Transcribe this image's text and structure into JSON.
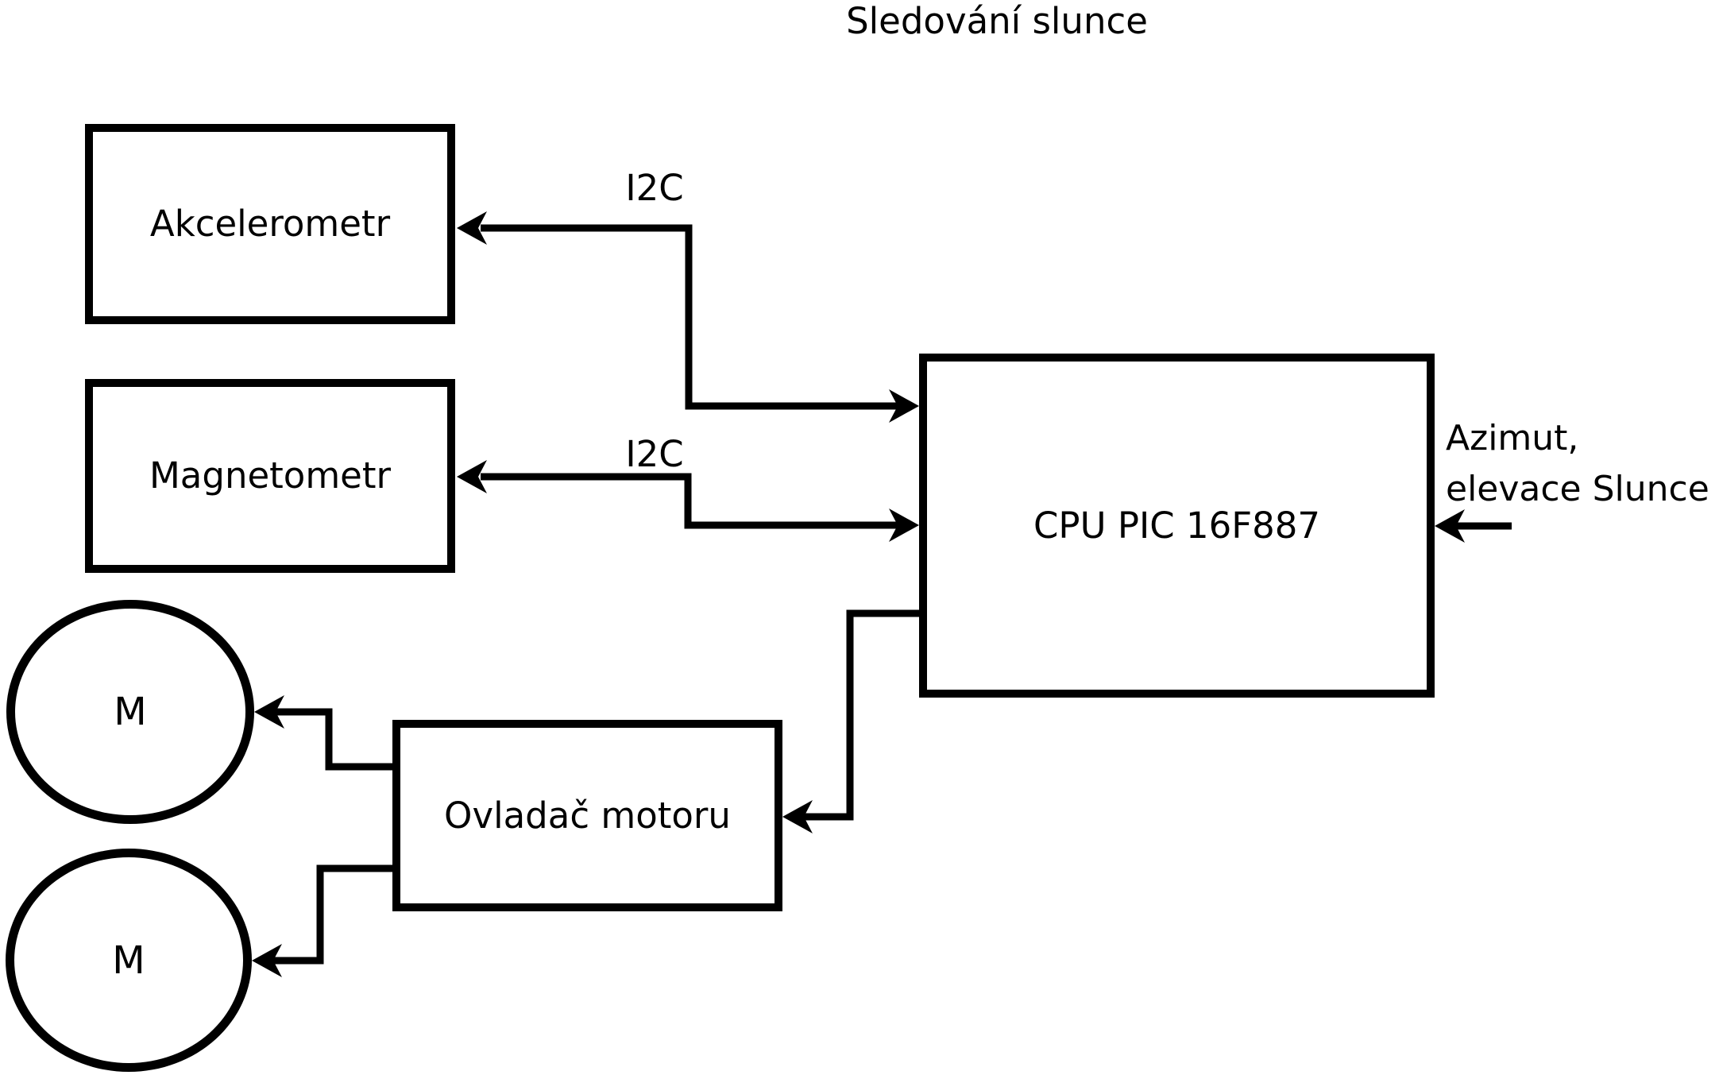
{
  "title": "Sledování slunce",
  "blocks": {
    "akcelerometr": {
      "label": "Akcelerometr"
    },
    "magnetometr": {
      "label": "Magnetometr"
    },
    "cpu": {
      "label": "CPU PIC 16F887"
    },
    "ovladac": {
      "label": "Ovladač motoru"
    },
    "motor_top": {
      "label": "M"
    },
    "motor_bottom": {
      "label": "M"
    }
  },
  "bus_labels": {
    "i2c_top": "I2C",
    "i2c_bottom": "I2C"
  },
  "input_label": {
    "line1": "Azimut,",
    "line2": "elevace Slunce"
  },
  "colors": {
    "ink": "#000000",
    "background": "#ffffff"
  }
}
